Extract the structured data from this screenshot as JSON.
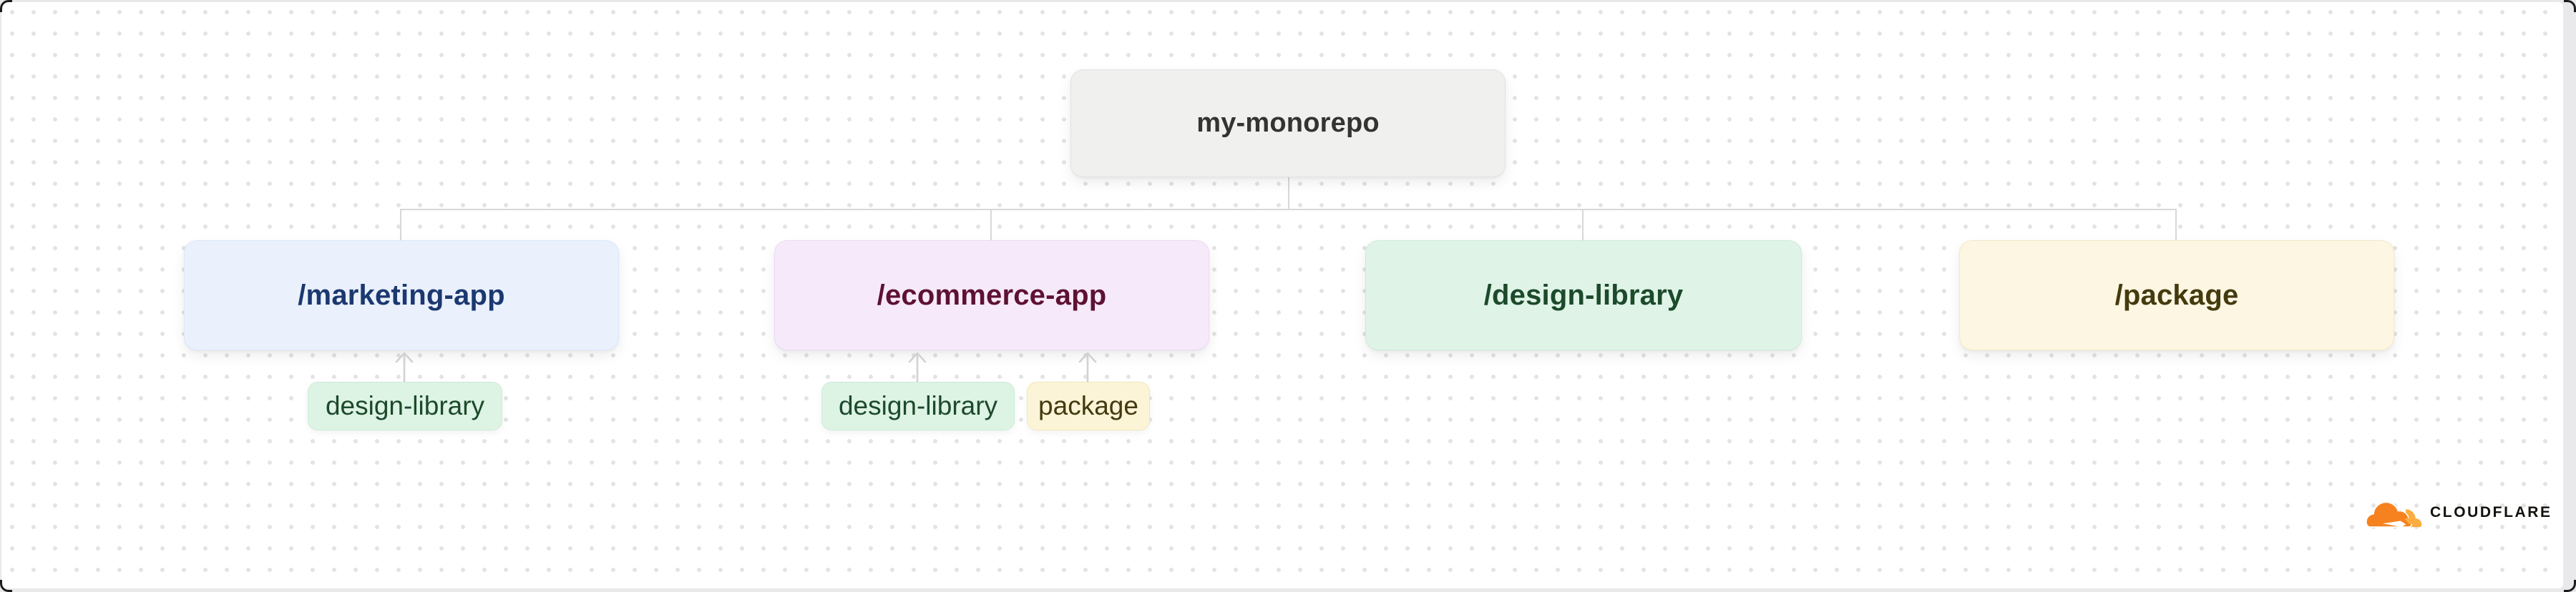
{
  "canvas": {
    "background_color": "#ffffff",
    "dot_color": "#e3e3e3",
    "frame_color": "#e9e9eb",
    "connector_color": "#d8d8d8"
  },
  "tree": {
    "root": {
      "label": "my-monorepo",
      "bg": "#f0f0ef",
      "text_color": "#333333"
    },
    "children": [
      {
        "label": "/marketing-app",
        "bg": "#eaf1fd",
        "text_color": "#1b3870",
        "tags": [
          {
            "label": "design-library",
            "bg": "#ddf3e4",
            "text_color": "#1c4a2b"
          }
        ]
      },
      {
        "label": "/ecommerce-app",
        "bg": "#f6eafa",
        "text_color": "#5e1133",
        "tags": [
          {
            "label": "design-library",
            "bg": "#ddf3e4",
            "text_color": "#1c4a2b"
          },
          {
            "label": "package",
            "bg": "#fcf4d6",
            "text_color": "#433a10"
          }
        ]
      },
      {
        "label": "/design-library",
        "bg": "#dff4e7",
        "text_color": "#1c4a2b",
        "tags": []
      },
      {
        "label": "/package",
        "bg": "#fdf6e2",
        "text_color": "#443a0e",
        "tags": []
      }
    ]
  },
  "branding": {
    "wordmark": "CLOUDFLARE",
    "cloud_color_dark": "#F6821F",
    "cloud_color_light": "#FBAD41",
    "wordmark_color": "#14120d"
  }
}
